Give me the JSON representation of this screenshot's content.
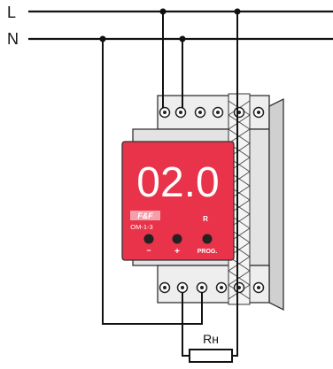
{
  "lines": {
    "phase_label": "L",
    "neutral_label": "N"
  },
  "device": {
    "display_value": "02.0",
    "brand_logo": "F&F",
    "model": "OM-1-3",
    "indicator_label": "R",
    "buttons": [
      {
        "label": "−"
      },
      {
        "label": "+"
      },
      {
        "label": "PROG."
      }
    ],
    "display_color": "#e8334a"
  },
  "load": {
    "label": "Rн"
  }
}
